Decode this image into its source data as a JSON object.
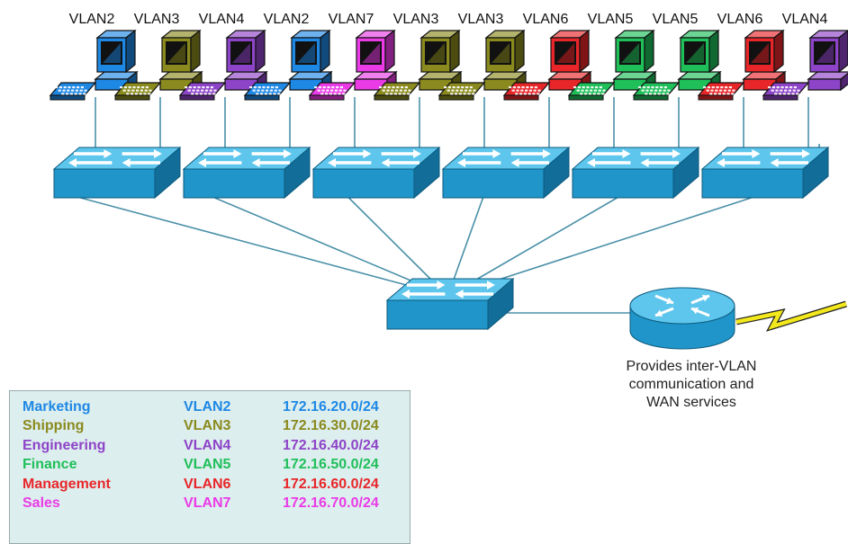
{
  "computers": [
    {
      "vlan": "VLAN2",
      "color": "#1e88e5"
    },
    {
      "vlan": "VLAN3",
      "color": "#8a8a1e"
    },
    {
      "vlan": "VLAN4",
      "color": "#8e44c8"
    },
    {
      "vlan": "VLAN2",
      "color": "#1e88e5"
    },
    {
      "vlan": "VLAN7",
      "color": "#ea3be6"
    },
    {
      "vlan": "VLAN3",
      "color": "#8a8a1e"
    },
    {
      "vlan": "VLAN3",
      "color": "#8a8a1e"
    },
    {
      "vlan": "VLAN6",
      "color": "#e8262a"
    },
    {
      "vlan": "VLAN5",
      "color": "#1fbf5a"
    },
    {
      "vlan": "VLAN5",
      "color": "#1fbf5a"
    },
    {
      "vlan": "VLAN6",
      "color": "#e8262a"
    },
    {
      "vlan": "VLAN4",
      "color": "#8e44c8"
    }
  ],
  "router": {
    "caption_line1": "Provides inter-VLAN",
    "caption_line2": "communication and",
    "caption_line3": "WAN services"
  },
  "legend": [
    {
      "department": "Marketing",
      "vlan": "VLAN2",
      "network": "172.16.20.0/24",
      "color": "#1e88e5"
    },
    {
      "department": "Shipping",
      "vlan": "VLAN3",
      "network": "172.16.30.0/24",
      "color": "#8a8a1e"
    },
    {
      "department": "Engineering",
      "vlan": "VLAN4",
      "network": "172.16.40.0/24",
      "color": "#8e44c8"
    },
    {
      "department": "Finance",
      "vlan": "VLAN5",
      "network": "172.16.50.0/24",
      "color": "#1fbf5a"
    },
    {
      "department": "Management",
      "vlan": "VLAN6",
      "network": "172.16.60.0/24",
      "color": "#e8262a"
    },
    {
      "department": "Sales",
      "vlan": "VLAN7",
      "network": "172.16.70.0/24",
      "color": "#ea3be6"
    }
  ],
  "colors": {
    "switch_top": "#5ec6ec",
    "switch_front": "#1f95c9",
    "switch_side": "#126d99",
    "lightning": "#f3e81c",
    "link": "#4a90a8"
  }
}
